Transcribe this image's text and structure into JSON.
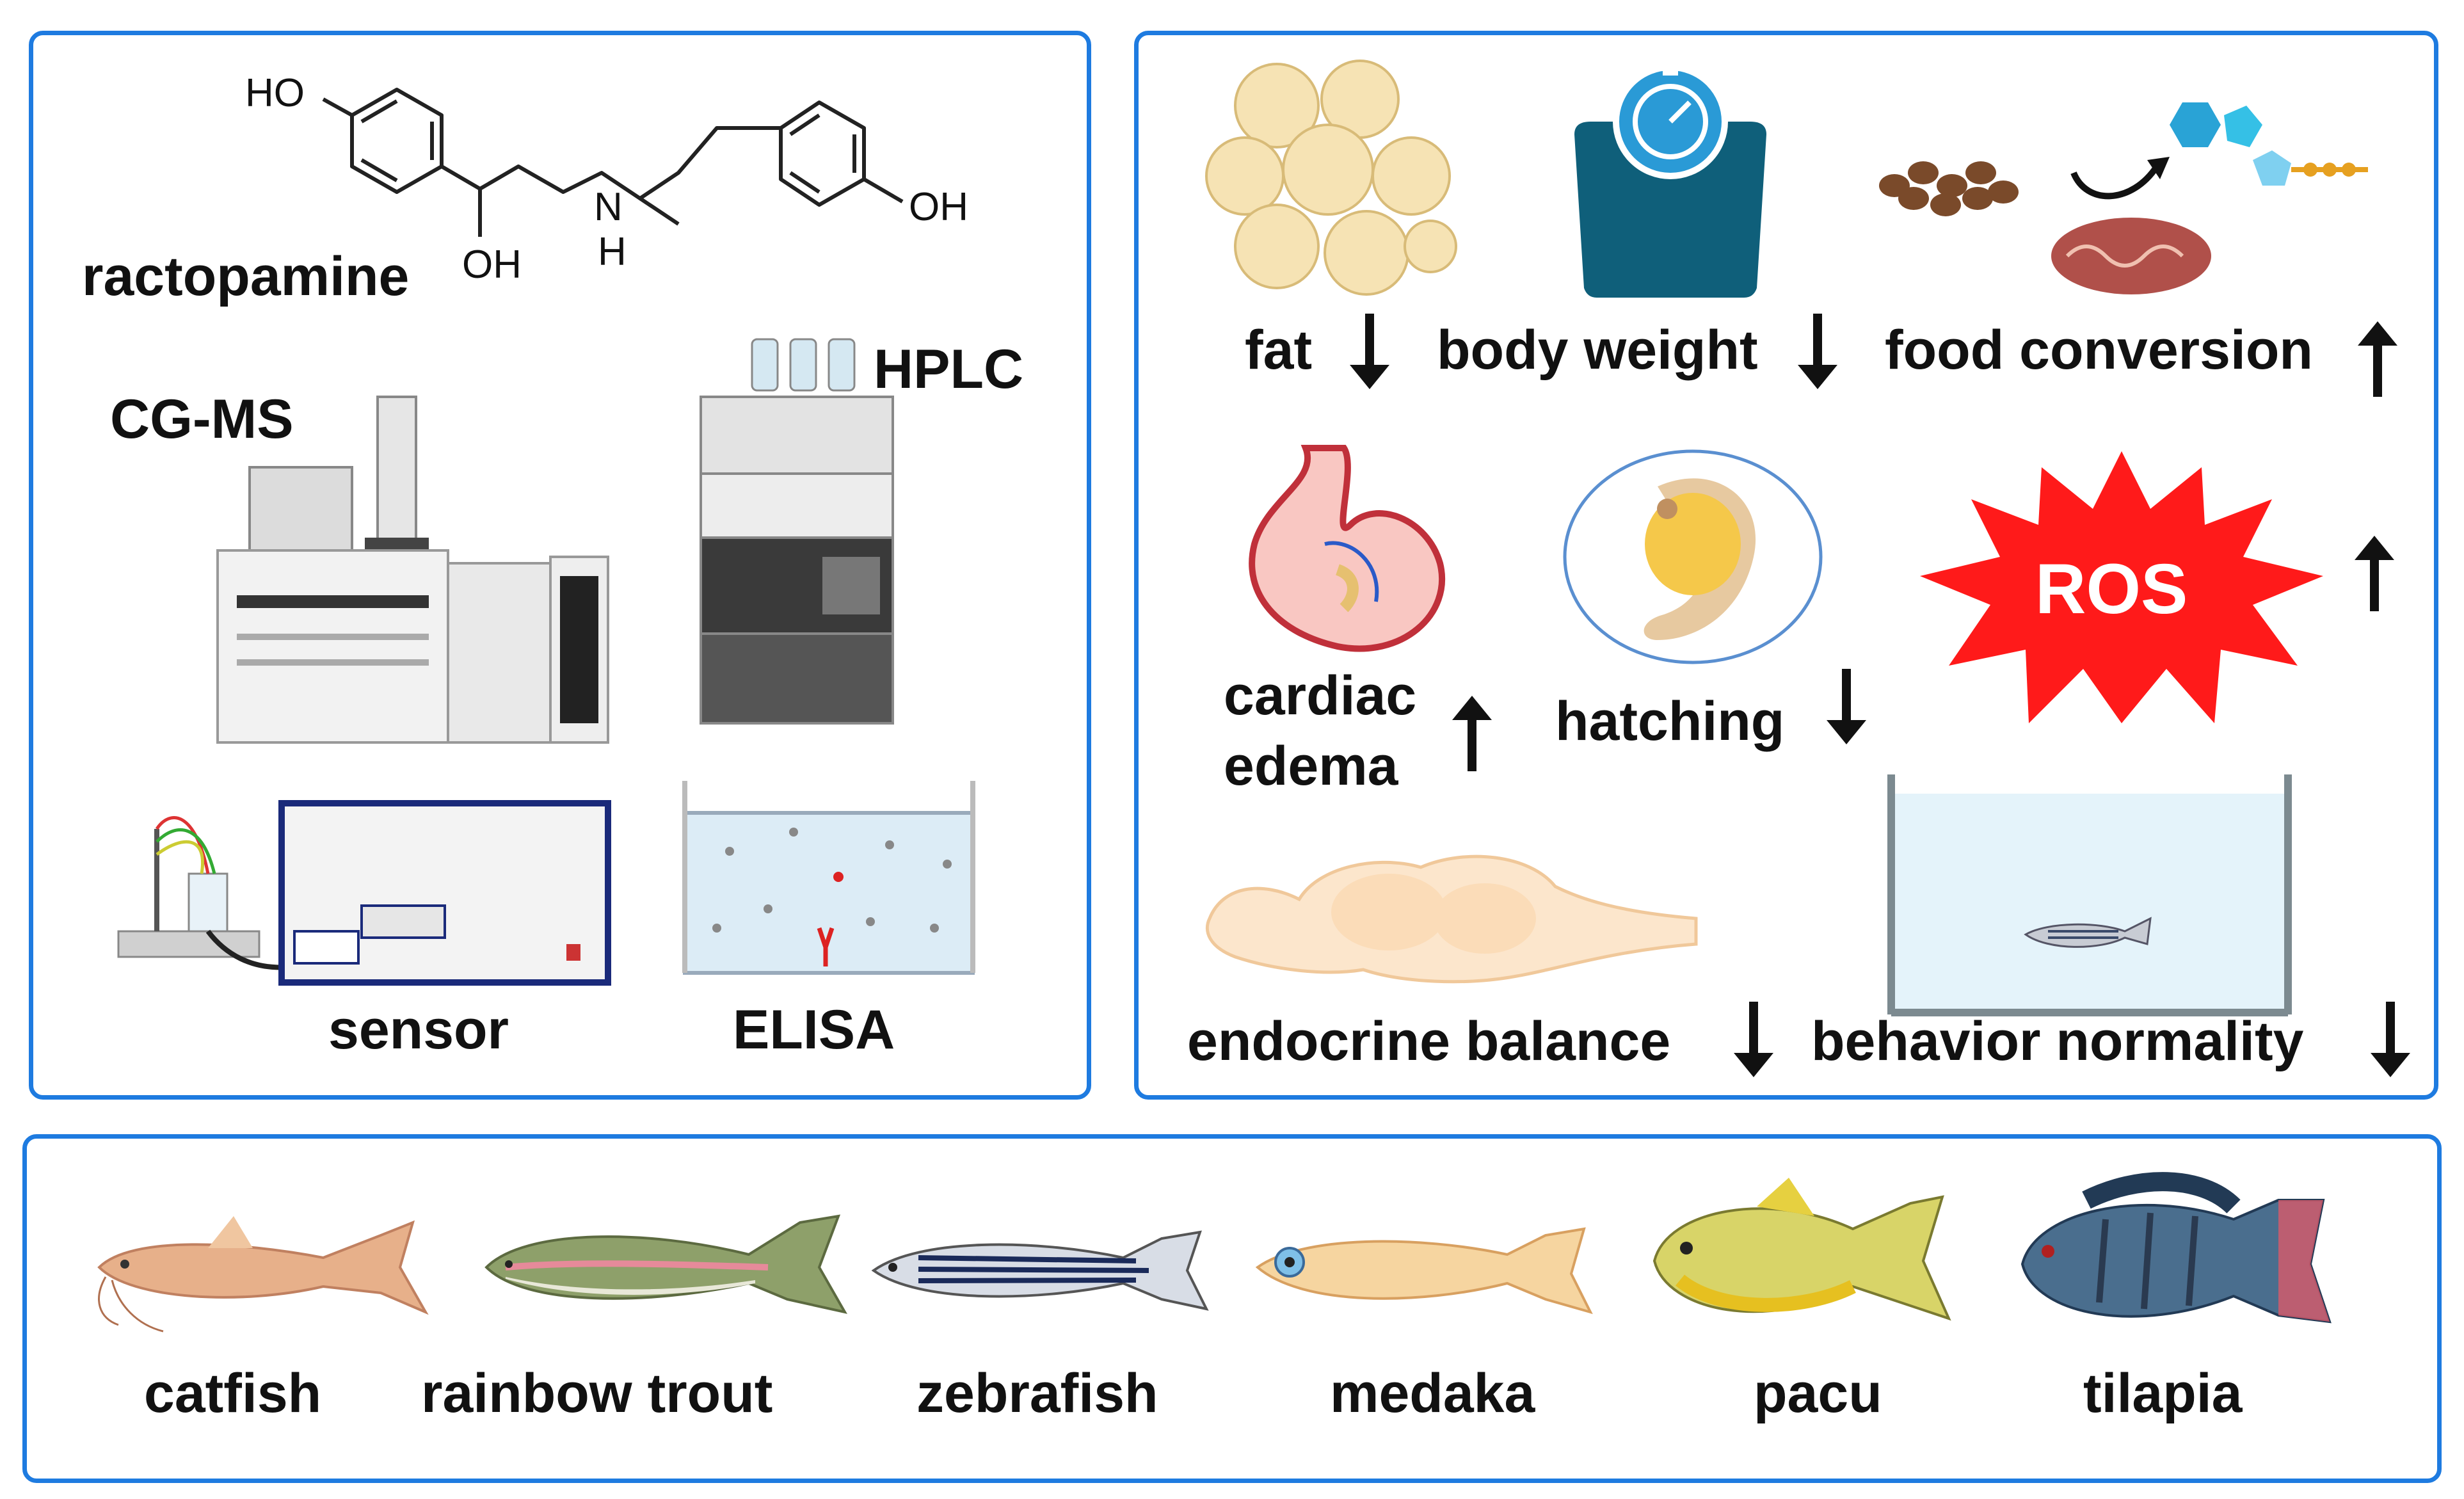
{
  "detection_panel": {
    "molecule_name": "ractopamine",
    "atoms": {
      "ho_top": "HO",
      "oh_bottom": "OH",
      "n": "N",
      "h": "H",
      "oh_right": "OH"
    },
    "methods": [
      {
        "id": "cg_ms",
        "label": "CG-MS"
      },
      {
        "id": "hplc",
        "label": "HPLC"
      },
      {
        "id": "sensor",
        "label": "sensor"
      },
      {
        "id": "elisa",
        "label": "ELISA"
      }
    ]
  },
  "effects_panel": {
    "effects": [
      {
        "id": "fat",
        "label": "fat",
        "direction": "down"
      },
      {
        "id": "body_weight",
        "label": "body weight",
        "direction": "down"
      },
      {
        "id": "food_conversion",
        "label": "food conversion",
        "direction": "up"
      },
      {
        "id": "cardiac_edema",
        "label_line1": "cardiac",
        "label_line2": "edema",
        "direction": "up"
      },
      {
        "id": "hatching",
        "label": "hatching",
        "direction": "down"
      },
      {
        "id": "ros",
        "label": "ROS",
        "direction": "up"
      },
      {
        "id": "endocrine_balance",
        "label": "endocrine balance",
        "direction": "down"
      },
      {
        "id": "behavior_normality",
        "label": "behavior normality",
        "direction": "down"
      }
    ]
  },
  "species_panel": {
    "species": [
      "catfish",
      "rainbow trout",
      "zebrafish",
      "medaka",
      "pacu",
      "tilapia"
    ]
  },
  "colors": {
    "panel_border": "#1e7be0",
    "ros_burst": "#ff1a1a",
    "scale": "#0f5f7a",
    "arrow": "#111111"
  }
}
